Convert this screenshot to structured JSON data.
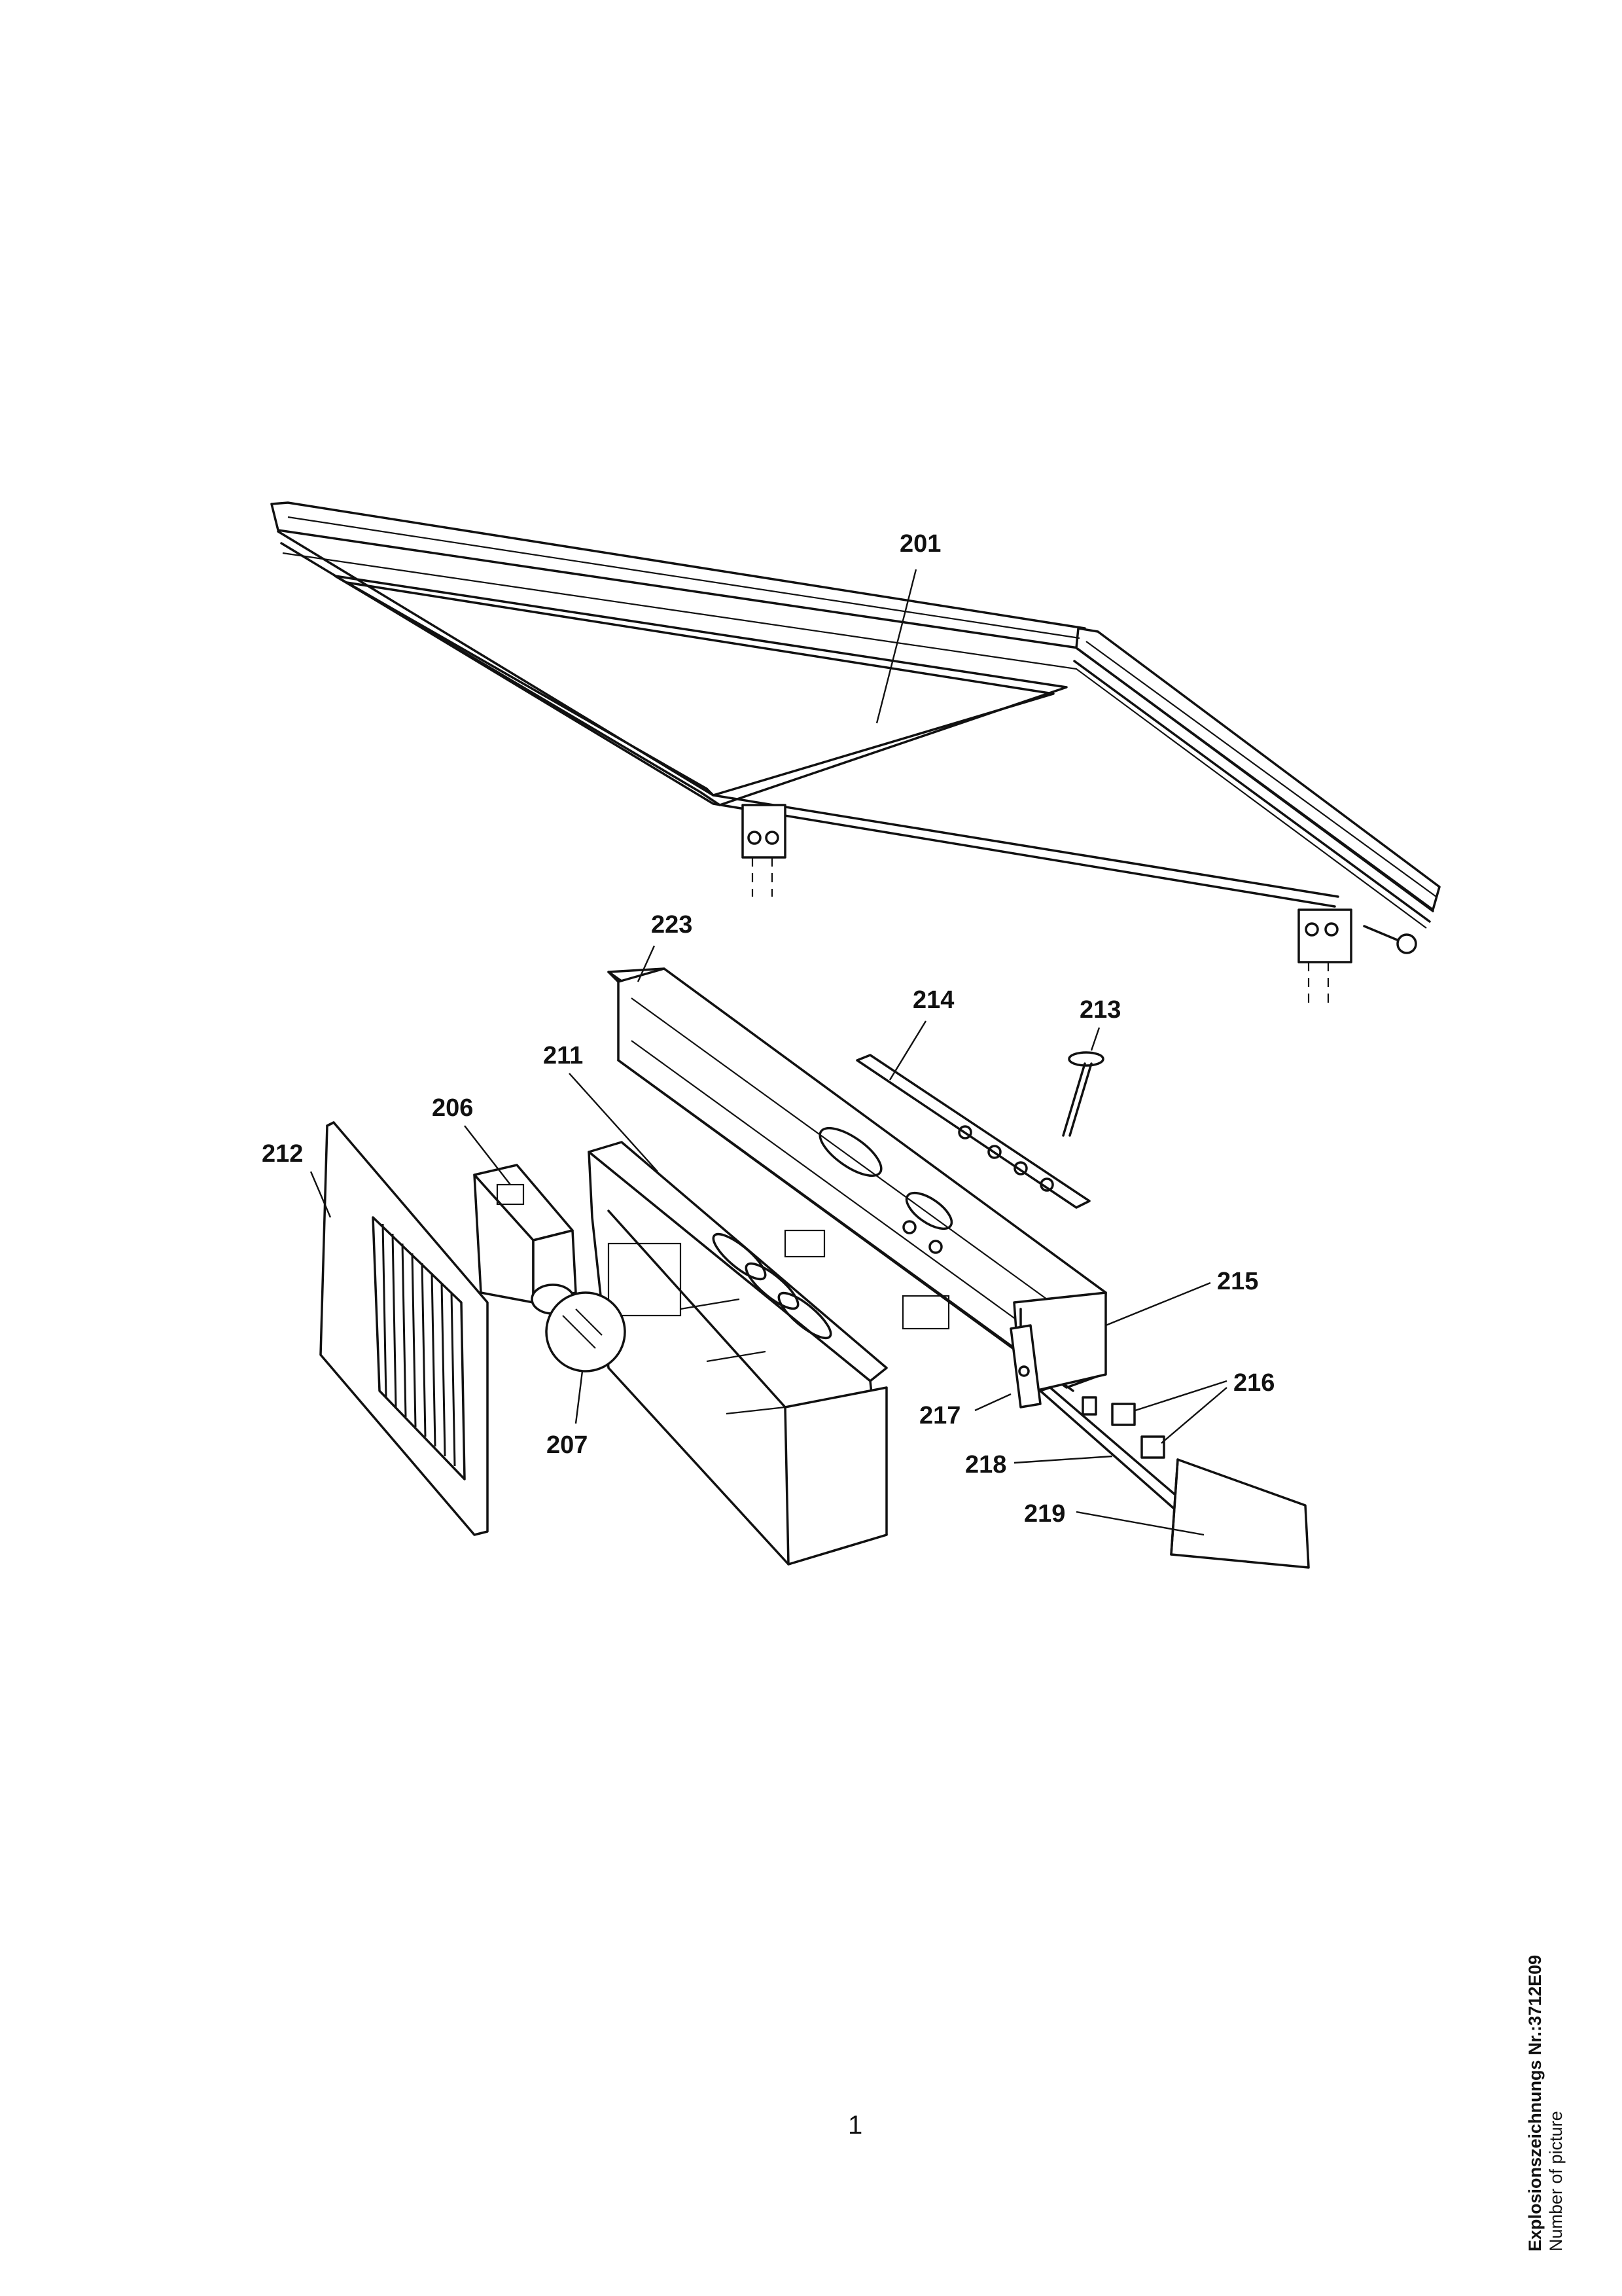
{
  "diagram": {
    "part_labels": [
      {
        "id": "201",
        "text": "201"
      },
      {
        "id": "223",
        "text": "223"
      },
      {
        "id": "214",
        "text": "214"
      },
      {
        "id": "213",
        "text": "213"
      },
      {
        "id": "211",
        "text": "211"
      },
      {
        "id": "206",
        "text": "206"
      },
      {
        "id": "212",
        "text": "212"
      },
      {
        "id": "215",
        "text": "215"
      },
      {
        "id": "216",
        "text": "216"
      },
      {
        "id": "217",
        "text": "217"
      },
      {
        "id": "218",
        "text": "218"
      },
      {
        "id": "219",
        "text": "219"
      },
      {
        "id": "207",
        "text": "207"
      }
    ]
  },
  "footer": {
    "page_number": "1",
    "drawing_number": "Explosionszeichnungs Nr.:3712E09",
    "picture_caption": "Number of picture"
  }
}
